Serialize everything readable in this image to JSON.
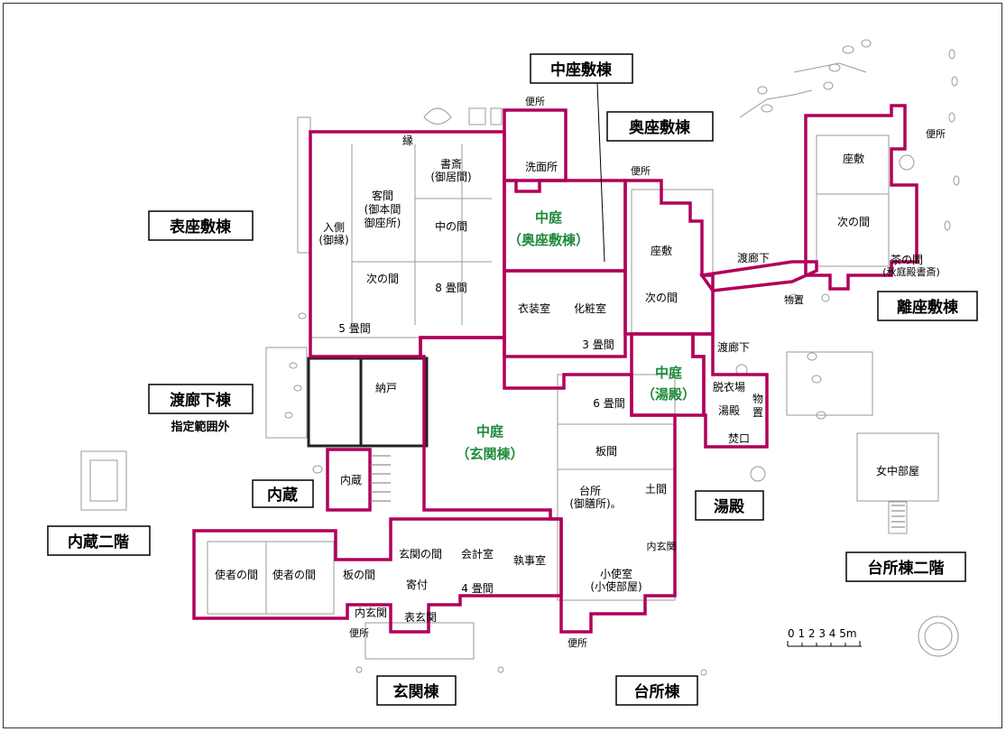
{
  "colors": {
    "outline": "#b0005a",
    "garden_text": "#1f8a3a",
    "box_border": "#000000",
    "plan_line": "#9a9a9a"
  },
  "building_labels": {
    "naka_zashiki": "中座敷棟",
    "oku_zashiki": "奥座敷棟",
    "omote_zashiki": "表座敷棟",
    "hanare_zashiki": "離座敷棟",
    "watarirouka": "渡廊下棟",
    "shitei_hani_gai": "指定範囲外",
    "uchigura": "内蔵",
    "uchigura_nikai": "内蔵二階",
    "yudono": "湯殿",
    "daidokoro_nikai": "台所棟二階",
    "genkan": "玄関棟",
    "daidokoro": "台所棟"
  },
  "garden_labels": {
    "oku_line1": "中庭",
    "oku_line2": "（奥座敷棟）",
    "yudono_line1": "中庭",
    "yudono_line2": "（湯殿）",
    "genkan_line1": "中庭",
    "genkan_line2": "（玄関棟）"
  },
  "rooms": {
    "benjo_top": "便所",
    "senmenjo": "洗面所",
    "en": "縁",
    "shosai1": "書斎",
    "shosai2": "(御居間)",
    "kyakuma1": "客間",
    "kyakuma2": "(御本間",
    "kyakuma3": "御座所)",
    "irigawa1": "入側",
    "irigawa2": "(御縁)",
    "naka_no_ma": "中の間",
    "tsugi_no_ma": "次の間",
    "hachijo": "8 畳間",
    "gojo": "5 畳間",
    "ishoshitsu": "衣装室",
    "keshoshitsu": "化粧室",
    "sanjo": "3 畳間",
    "benjo_oku": "便所",
    "zashiki_oku": "座敷",
    "tsugi_oku": "次の間",
    "zashiki_hanare": "座敷",
    "tsugi_hanare": "次の間",
    "benjo_hanare": "便所",
    "cha_no_ma1": "茶の間",
    "cha_no_ma2": "(秋庭殿書斎)",
    "watarirouka_a": "渡廊下",
    "monooki_a": "物置",
    "watarirouka_b": "渡廊下",
    "nando": "納戸",
    "datsuijo": "脱衣場",
    "yudono_room": "湯殿",
    "monooki_b1": "物",
    "monooki_b2": "置",
    "takiguchi": "焚口",
    "rokujo": "6 畳間",
    "itama": "板間",
    "daidokoro1": "台所",
    "daidokoro2": "(御膳所)。",
    "doma": "土間",
    "uchigenkan_r": "内玄関",
    "kozukai1": "小使室",
    "kozukai2": "(小使部屋)",
    "benjo_bottom": "便所",
    "shitsujishitsu": "執事室",
    "kaikeishitsu": "会計室",
    "genkan_no_ma": "玄関の間",
    "yojo": "4 畳間",
    "yoritsuki": "寄付",
    "omote_genkan": "表玄関",
    "uchigenkan_l": "内玄関",
    "benjo_left": "便所",
    "ita_no_ma": "板の間",
    "shisha1": "使者の間",
    "shisha2": "使者の間",
    "uchigura_room": "内蔵",
    "jochu_beya": "女中部屋"
  },
  "scale_text": "0 1 2 3 4 5m"
}
